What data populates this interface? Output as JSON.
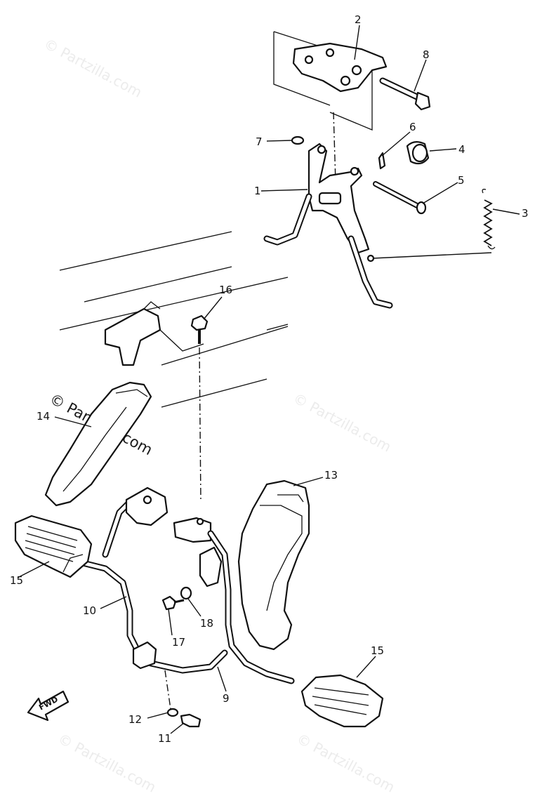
{
  "watermarks": {
    "text": "© Partzilla.com",
    "prominent_text": "© Partzilla.com"
  },
  "callouts": {
    "c1": "1",
    "c2": "2",
    "c3": "3",
    "c4": "4",
    "c5": "5",
    "c6": "6",
    "c7": "7",
    "c8": "8",
    "c9": "9",
    "c10": "10",
    "c11": "11",
    "c12": "12",
    "c13": "13",
    "c14": "14",
    "c15a": "15",
    "c15b": "15",
    "c16": "16",
    "c17": "17",
    "c18": "18"
  },
  "fwd_label": "FWD"
}
